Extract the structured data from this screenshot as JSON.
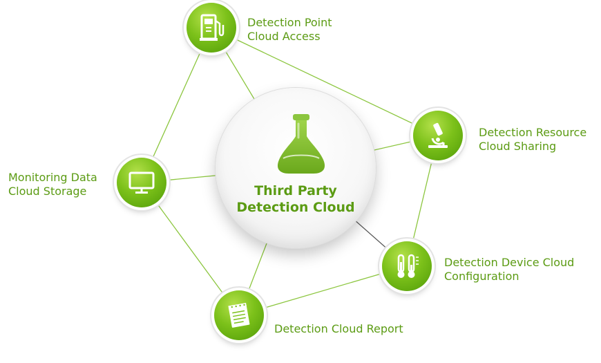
{
  "center": {
    "line1": "Third Party",
    "line2": "Detection Cloud",
    "icon": "flask-icon"
  },
  "nodes": [
    {
      "id": "point-access",
      "line1": "Detection Point",
      "line2": "Cloud Access",
      "icon": "fuel-pump-icon"
    },
    {
      "id": "resource",
      "line1": "Detection Resource",
      "line2": "Cloud Sharing",
      "icon": "microscope-icon"
    },
    {
      "id": "device-config",
      "line1": "Detection Device Cloud",
      "line2": "Configuration",
      "icon": "thermometer-icon"
    },
    {
      "id": "report",
      "line1": "Detection Cloud Report",
      "line2": "",
      "icon": "notepad-icon"
    },
    {
      "id": "storage",
      "line1": "Monitoring Data",
      "line2": "Cloud Storage",
      "icon": "monitor-icon"
    }
  ],
  "colors": {
    "green": "#6db516",
    "label": "#5b9b13",
    "link": "#8cc63f",
    "link_dark": "#555555"
  }
}
